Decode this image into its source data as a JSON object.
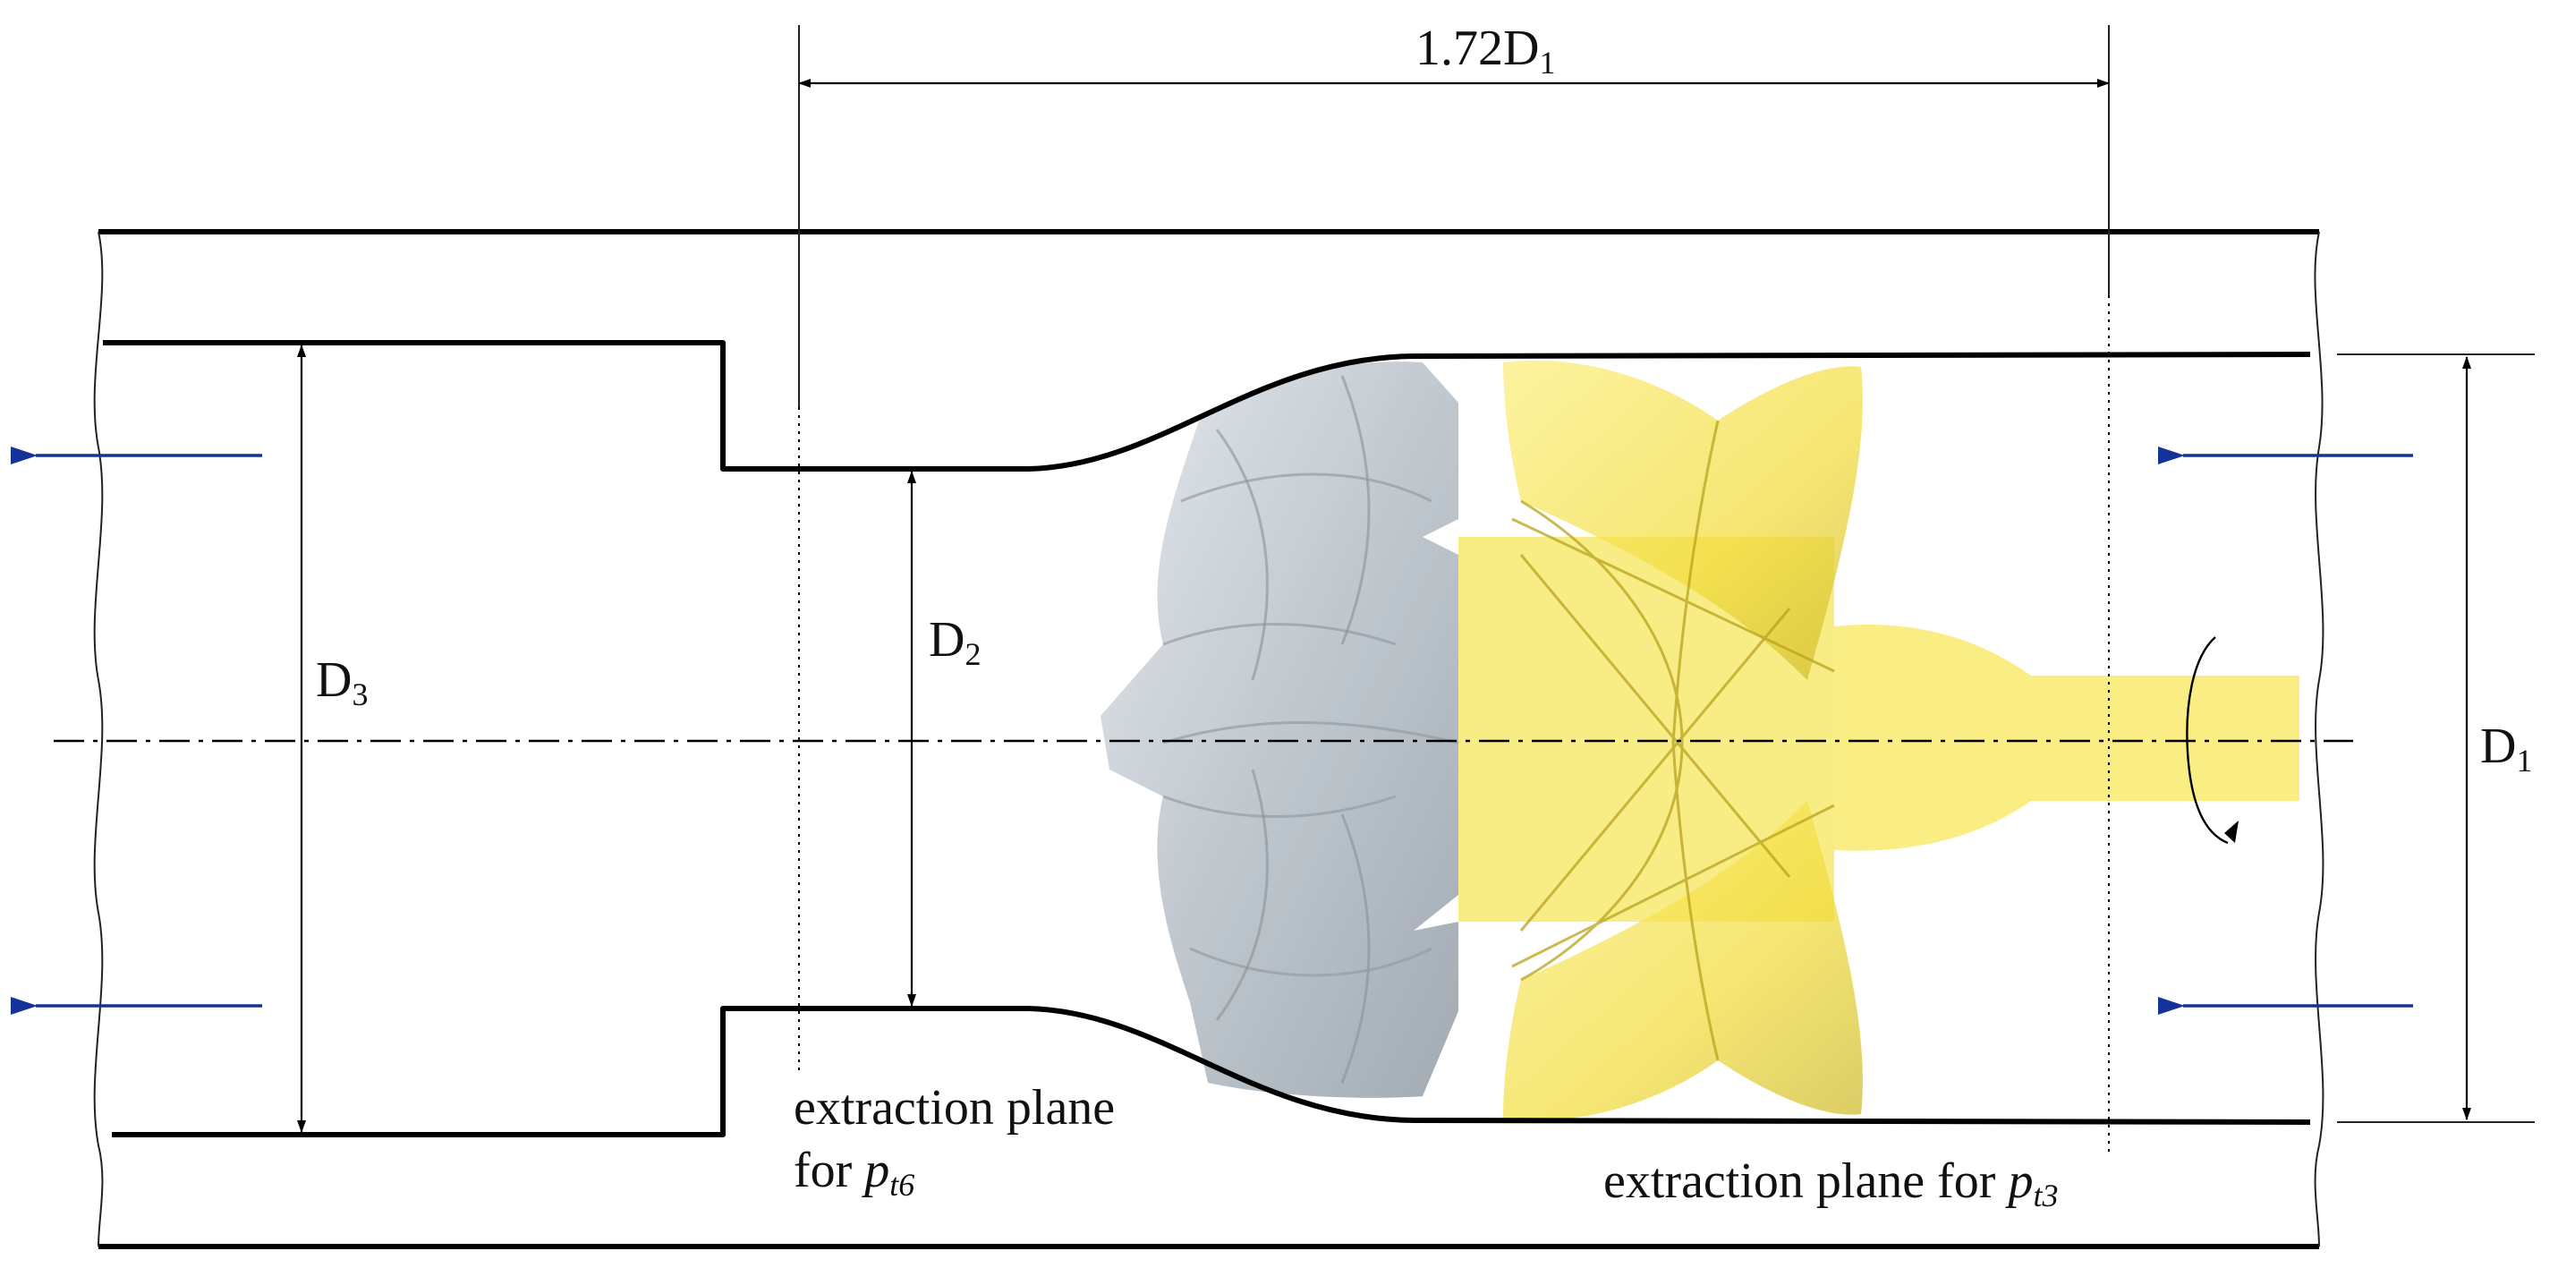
{
  "diagram": {
    "labels": {
      "length_value": "1.72D",
      "length_sub": "1",
      "d1_main": "D",
      "d1_sub": "1",
      "d2_main": "D",
      "d2_sub": "2",
      "d3_main": "D",
      "d3_sub": "3",
      "outlet_plane_line1": "extraction plane",
      "outlet_plane_line2_prefix": "for ",
      "outlet_plane_symbol": "p",
      "outlet_plane_symbol_sub": "t6",
      "inlet_plane_prefix": "extraction plane for ",
      "inlet_plane_symbol": "p",
      "inlet_plane_symbol_sub": "t3"
    },
    "colors": {
      "wall": "#000000",
      "flow_arrow": "#14339a",
      "inducer_yellow": "#f5e24a",
      "impeller_grey": "#b7c1c9"
    },
    "icons": [
      "flow-arrow-icon",
      "rotation-arrow-icon"
    ]
  }
}
